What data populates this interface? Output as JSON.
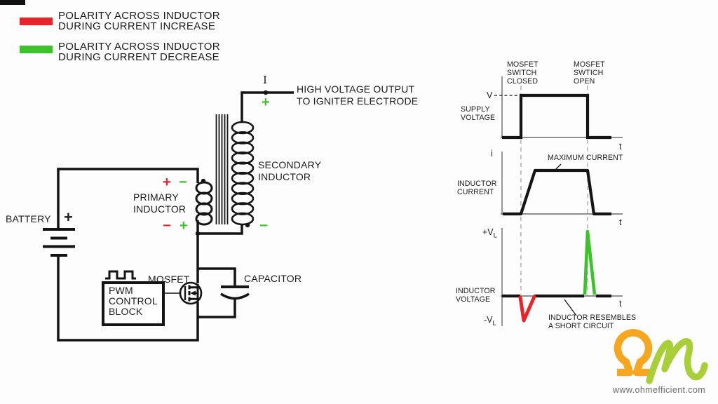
{
  "colors": {
    "increase_red": "#E8242B",
    "decrease_green": "#3DC22B",
    "line_black": "#141414",
    "logo_orange": "#F6A71F",
    "logo_green": "#A8CE38",
    "axis_gray": "#6b6b6b"
  },
  "legend": {
    "items": [
      {
        "color": "#E8242B",
        "line1": "POLARITY ACROSS INDUCTOR",
        "line2": "DURING CURRENT INCREASE"
      },
      {
        "color": "#3DC22B",
        "line1": "POLARITY ACROSS INDUCTOR",
        "line2": "DURING CURRENT DECREASE"
      }
    ]
  },
  "circuit": {
    "battery_label": "BATTERY",
    "battery_plus": "+",
    "primary_line1": "PRIMARY",
    "primary_line2": "INDUCTOR",
    "secondary_line1": "SECONDARY",
    "secondary_line2": "INDUCTOR",
    "mosfet_label": "MOSFET",
    "pwm_line1": "PWM",
    "pwm_line2": "CONTROL",
    "pwm_line3": "BLOCK",
    "capacitor_label": "CAPACITOR",
    "hv_line1": "HIGH VOLTAGE OUTPUT",
    "hv_line2": "TO IGNITER ELECTRODE",
    "output_current_label": "I",
    "plus": "+",
    "minus": "−"
  },
  "graphs": {
    "sc1": "MOSFET",
    "sc2": "SWITCH",
    "sc3": "CLOSED",
    "so1": "MOSFET",
    "so2": "SWTICH",
    "so3": "OPEN",
    "supply1": "SUPPLY",
    "supply2": "VOLTAGE",
    "current1": "INDUCTOR",
    "current2": "CURRENT",
    "voltage1": "INDUCTOR",
    "voltage2": "VOLTAGE",
    "max_current": "MAXIMUM CURRENT",
    "short1": "INDUCTOR RESEMBLES",
    "short2": "A SHORT CIRCUIT",
    "v_label": "V",
    "i_label": "i",
    "t_label": "t",
    "vl_plus": "+V",
    "vl_minus": "-V",
    "vl_sub": "L"
  },
  "footer": {
    "website": "www.ohmefficient.com"
  },
  "chart_data": [
    {
      "type": "line",
      "title": "SUPPLY VOLTAGE",
      "xlabel": "t",
      "ylabel": "V",
      "series": [
        {
          "name": "supply voltage",
          "x": [
            0,
            0.16,
            0.16,
            0.71,
            0.71,
            1
          ],
          "y": [
            0,
            0,
            1,
            1,
            0,
            0
          ]
        }
      ],
      "annotations": [
        "MOSFET SWITCH CLOSED",
        "MOSFET SWTICH OPEN"
      ],
      "notes": "rectangular pulse at level V between switch-closed and switch-open markers, dashed level line at V"
    },
    {
      "type": "line",
      "title": "INDUCTOR CURRENT",
      "xlabel": "t",
      "ylabel": "i",
      "series": [
        {
          "name": "inductor current",
          "x": [
            0,
            0.16,
            0.27,
            0.71,
            0.76,
            1
          ],
          "y": [
            0,
            0,
            1,
            1,
            0,
            0
          ]
        }
      ],
      "annotations": [
        "MAXIMUM CURRENT"
      ],
      "notes": "trapezoid: ramps up after switch closes, plateau at maximum current, falls after switch opens"
    },
    {
      "type": "line",
      "title": "INDUCTOR VOLTAGE",
      "xlabel": "t",
      "ylabel": "+VL / -VL",
      "series": [
        {
          "name": "negative spike (current increase)",
          "color": "#E8242B",
          "x": [
            0.15,
            0.18,
            0.27
          ],
          "y": [
            0,
            -1,
            0
          ]
        },
        {
          "name": "positive spike (current decrease)",
          "color": "#3DC22B",
          "x": [
            0.69,
            0.71,
            0.77
          ],
          "y": [
            0,
            1,
            0
          ]
        }
      ],
      "annotations": [
        "INDUCTOR RESEMBLES A SHORT CIRCUIT"
      ],
      "notes": "flat zero line (short circuit) with red dip to -VL at switch close and green spike to +VL at switch open"
    }
  ]
}
